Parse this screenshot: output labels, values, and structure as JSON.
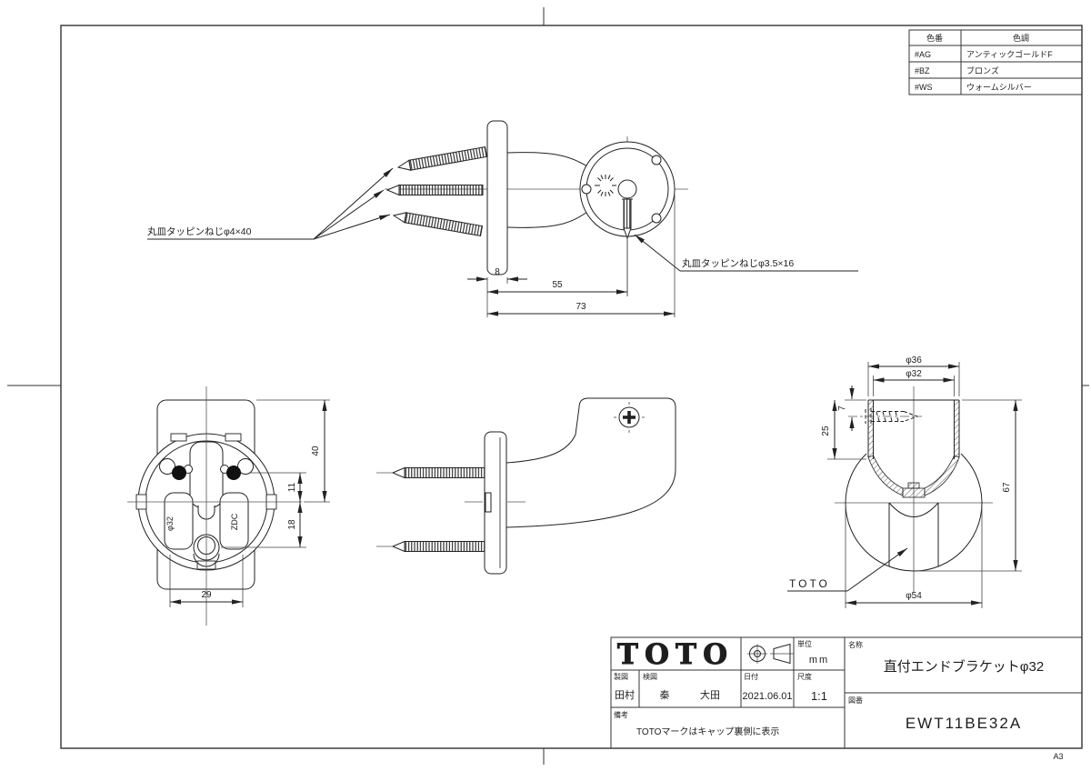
{
  "sheet": {
    "format": "A3"
  },
  "color_table": {
    "headers": [
      "色番",
      "色調"
    ],
    "rows": [
      [
        "#AG",
        "アンティックゴールドF"
      ],
      [
        "#BZ",
        "ブロンズ"
      ],
      [
        "#WS",
        "ウォームシルバー"
      ]
    ]
  },
  "top_view": {
    "screw_label_wall": "丸皿タッピンねじφ4×40",
    "screw_label_cap": "丸皿タッピンねじφ3.5×16",
    "dim_plate_thickness": "8",
    "dim_center": "55",
    "dim_total": "73"
  },
  "front_view": {
    "dim_top_to_center": "40",
    "dim_screw_to_center": "11",
    "dim_center_to_lower": "18",
    "dim_width": "29",
    "text_bore": "φ32",
    "text_material": "ZDC"
  },
  "section_view": {
    "dim_outer_dia": "φ36",
    "dim_inner_dia": "φ32",
    "dim_screw_inset": "7",
    "dim_socket_depth": "25",
    "dim_height": "67",
    "dim_cap_dia": "φ54",
    "brand_label": "TOTO"
  },
  "title_block": {
    "logo": "TOTO",
    "unit_label": "単位",
    "unit_value": "mm",
    "drafter_label": "製図",
    "drafter_value": "田村",
    "checker_label": "検図",
    "checker_value1": "秦",
    "checker_value2": "大田",
    "date_label": "日付",
    "date_value": "2021.06.01",
    "scale_label": "尺度",
    "scale_value": "1:1",
    "name_label": "名称",
    "name_value": "直付エンドブラケットφ32",
    "number_label": "図番",
    "number_value": "EWT11BE32A",
    "remarks_label": "備考",
    "remarks_value": "TOTOマークはキャップ裏側に表示"
  }
}
